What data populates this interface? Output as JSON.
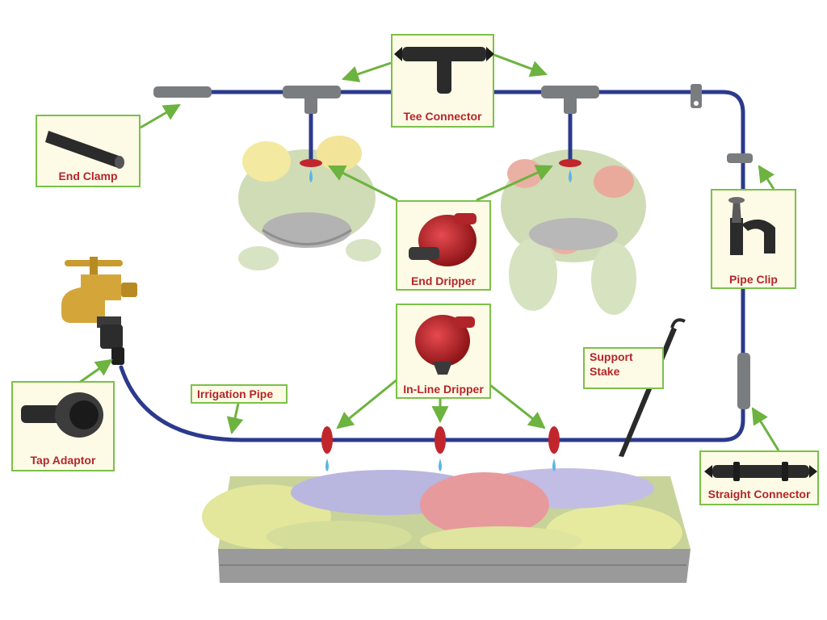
{
  "labels": {
    "tee_connector": "Tee Connector",
    "end_clamp": "End Clamp",
    "end_dripper": "End Dripper",
    "in_line_dripper": "In-Line Dripper",
    "pipe_clip": "Pipe Clip",
    "support_stake_line1": "Support",
    "support_stake_line2": "Stake",
    "irrigation_pipe": "Irrigation Pipe",
    "tap_adaptor": "Tap Adaptor",
    "straight_connector": "Straight Connector"
  },
  "colors": {
    "pipe": "#2b3a8c",
    "fitting": "#7a7d80",
    "dripper": "#c0262c",
    "label_border": "#7cc04a",
    "label_fill": "#fdfbe6",
    "label_text": "#b3262a",
    "arrow": "#6db33f",
    "water": "#5bb5e6"
  },
  "icons": [
    "tap-icon",
    "hanging-basket-icon",
    "flower-bed-icon",
    "stake-icon"
  ]
}
